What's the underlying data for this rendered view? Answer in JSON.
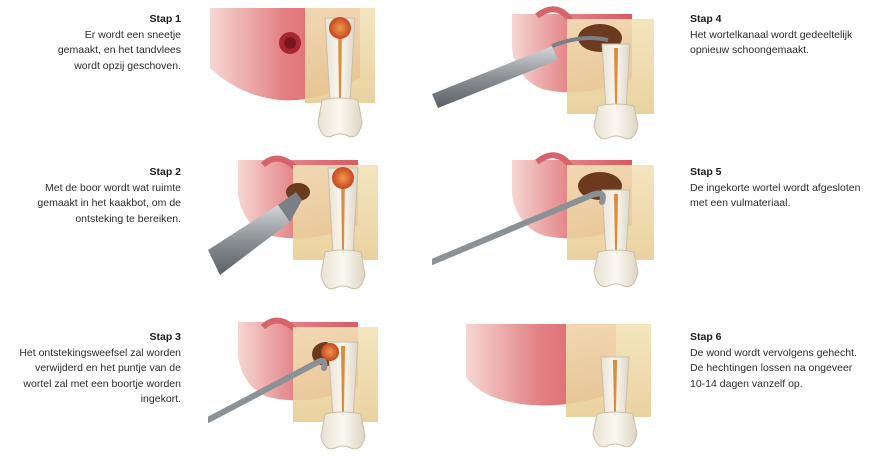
{
  "steps": [
    {
      "title": "Stap 1",
      "text": "Er wordt een sneetje\ngemaakt, en het tandvlees\nwordt opzij geschoven."
    },
    {
      "title": "Stap 2",
      "text": "Met de boor wordt wat ruimte\ngemaakt in het kaakbot, om de\nontsteking te bereiken."
    },
    {
      "title": "Stap 3",
      "text": "Het ontstekingsweefsel zal worden\nverwijderd en het puntje van de\nwortel zal met een boortje worden\ningekort."
    },
    {
      "title": "Stap 4",
      "text": "Het wortelkanaal wordt gedeeltelijk\nopnieuw schoongemaakt."
    },
    {
      "title": "Stap 5",
      "text": "De ingekorte wortel wordt afgesloten\nmet een vulmateriaal."
    },
    {
      "title": "Stap 6",
      "text": "De wond wordt vervolgens gehecht.\nDe hechtingen lossen na ongeveer\n10-14 dagen vanzelf op."
    }
  ],
  "colors": {
    "gum": "#d9636b",
    "gum_light": "#f2b9b5",
    "bone": "#efd9a8",
    "tooth": "#f7f3ea",
    "root_canal": "#e08a3c",
    "infection": "#d9642b",
    "instrument": "#9a9ea3"
  }
}
